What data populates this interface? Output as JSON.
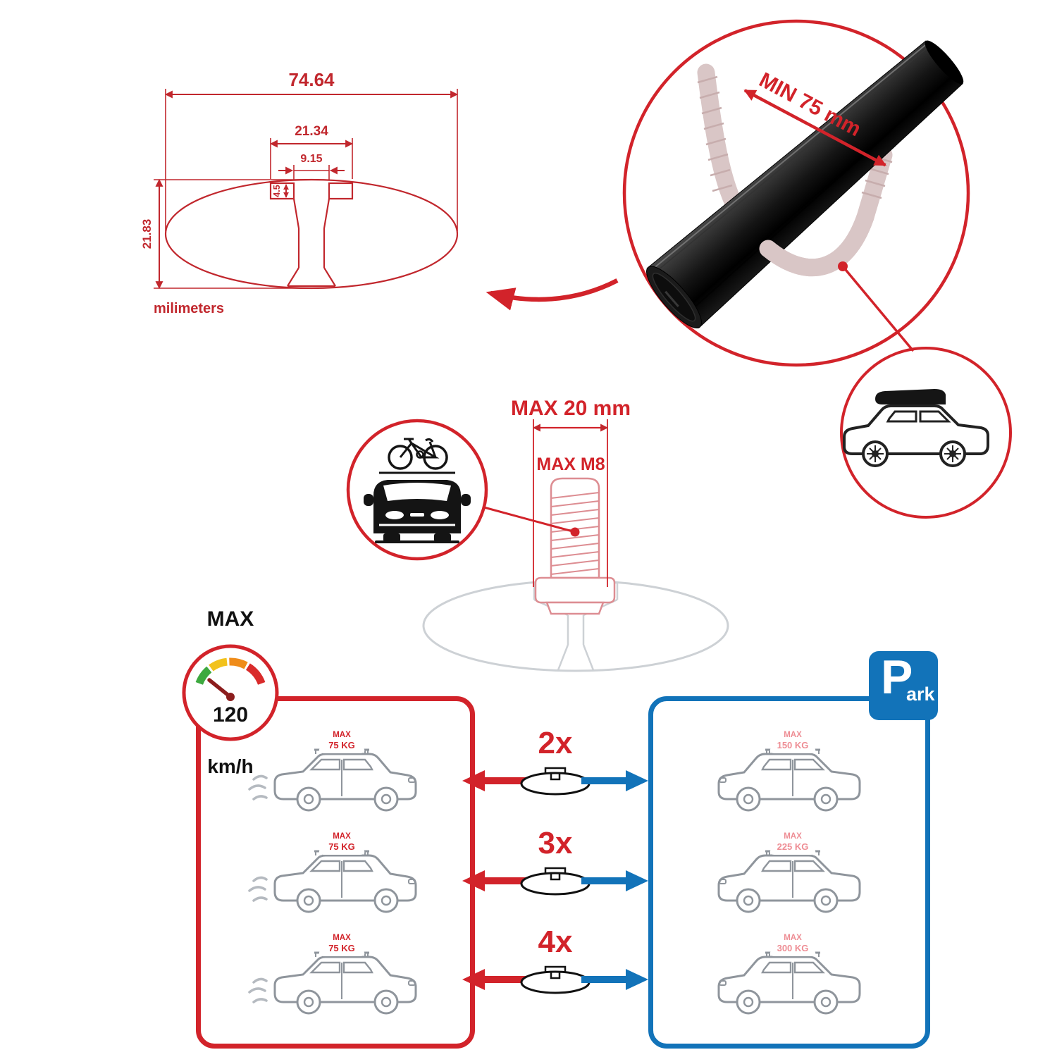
{
  "technical_drawing": {
    "width_total": "74.64",
    "channel_width": "21.34",
    "slot_width": "9.15",
    "lip_depth": "4.5",
    "height_total": "21.83",
    "unit_label": "milimeters"
  },
  "crossbar_detail": {
    "min_span_label": "MIN 75 mm"
  },
  "bolt_detail": {
    "max_width_label": "MAX 20 mm",
    "max_thread_label": "MAX M8"
  },
  "speed_limit": {
    "title": "MAX",
    "value": "120",
    "unit": "km/h"
  },
  "bar_options": [
    {
      "qty": "2x"
    },
    {
      "qty": "3x"
    },
    {
      "qty": "4x"
    }
  ],
  "driving_panel": {
    "cars": [
      {
        "max_label": "MAX",
        "load": "75 KG"
      },
      {
        "max_label": "MAX",
        "load": "75 KG"
      },
      {
        "max_label": "MAX",
        "load": "75 KG"
      }
    ]
  },
  "parking_panel": {
    "sign": {
      "letter": "P",
      "suffix": "ark"
    },
    "cars": [
      {
        "max_label": "MAX",
        "load": "150 KG"
      },
      {
        "max_label": "MAX",
        "load": "225 KG"
      },
      {
        "max_label": "MAX",
        "load": "300 KG"
      }
    ]
  },
  "colors": {
    "red": "#d2232a",
    "dim_red": "#c1272d",
    "blue": "#1273b9",
    "car_gray": "#8f959c",
    "badge_faded": "#ee8d94",
    "gauge_green": "#3da93f",
    "gauge_yellow": "#f2c21c",
    "gauge_orange": "#ef8c1a",
    "gauge_red": "#d92b2b"
  },
  "icons": {
    "speedometer": "speedometer-icon",
    "parking_sign": "park-sign",
    "car_front_bike": "car-front-with-bike-icon",
    "suv_roofbox": "suv-with-roofbox-icon",
    "crossbar_profile": "bar-cross-section-icon",
    "arrow_left": "left-arrow-icon",
    "arrow_right": "right-arrow-icon"
  }
}
